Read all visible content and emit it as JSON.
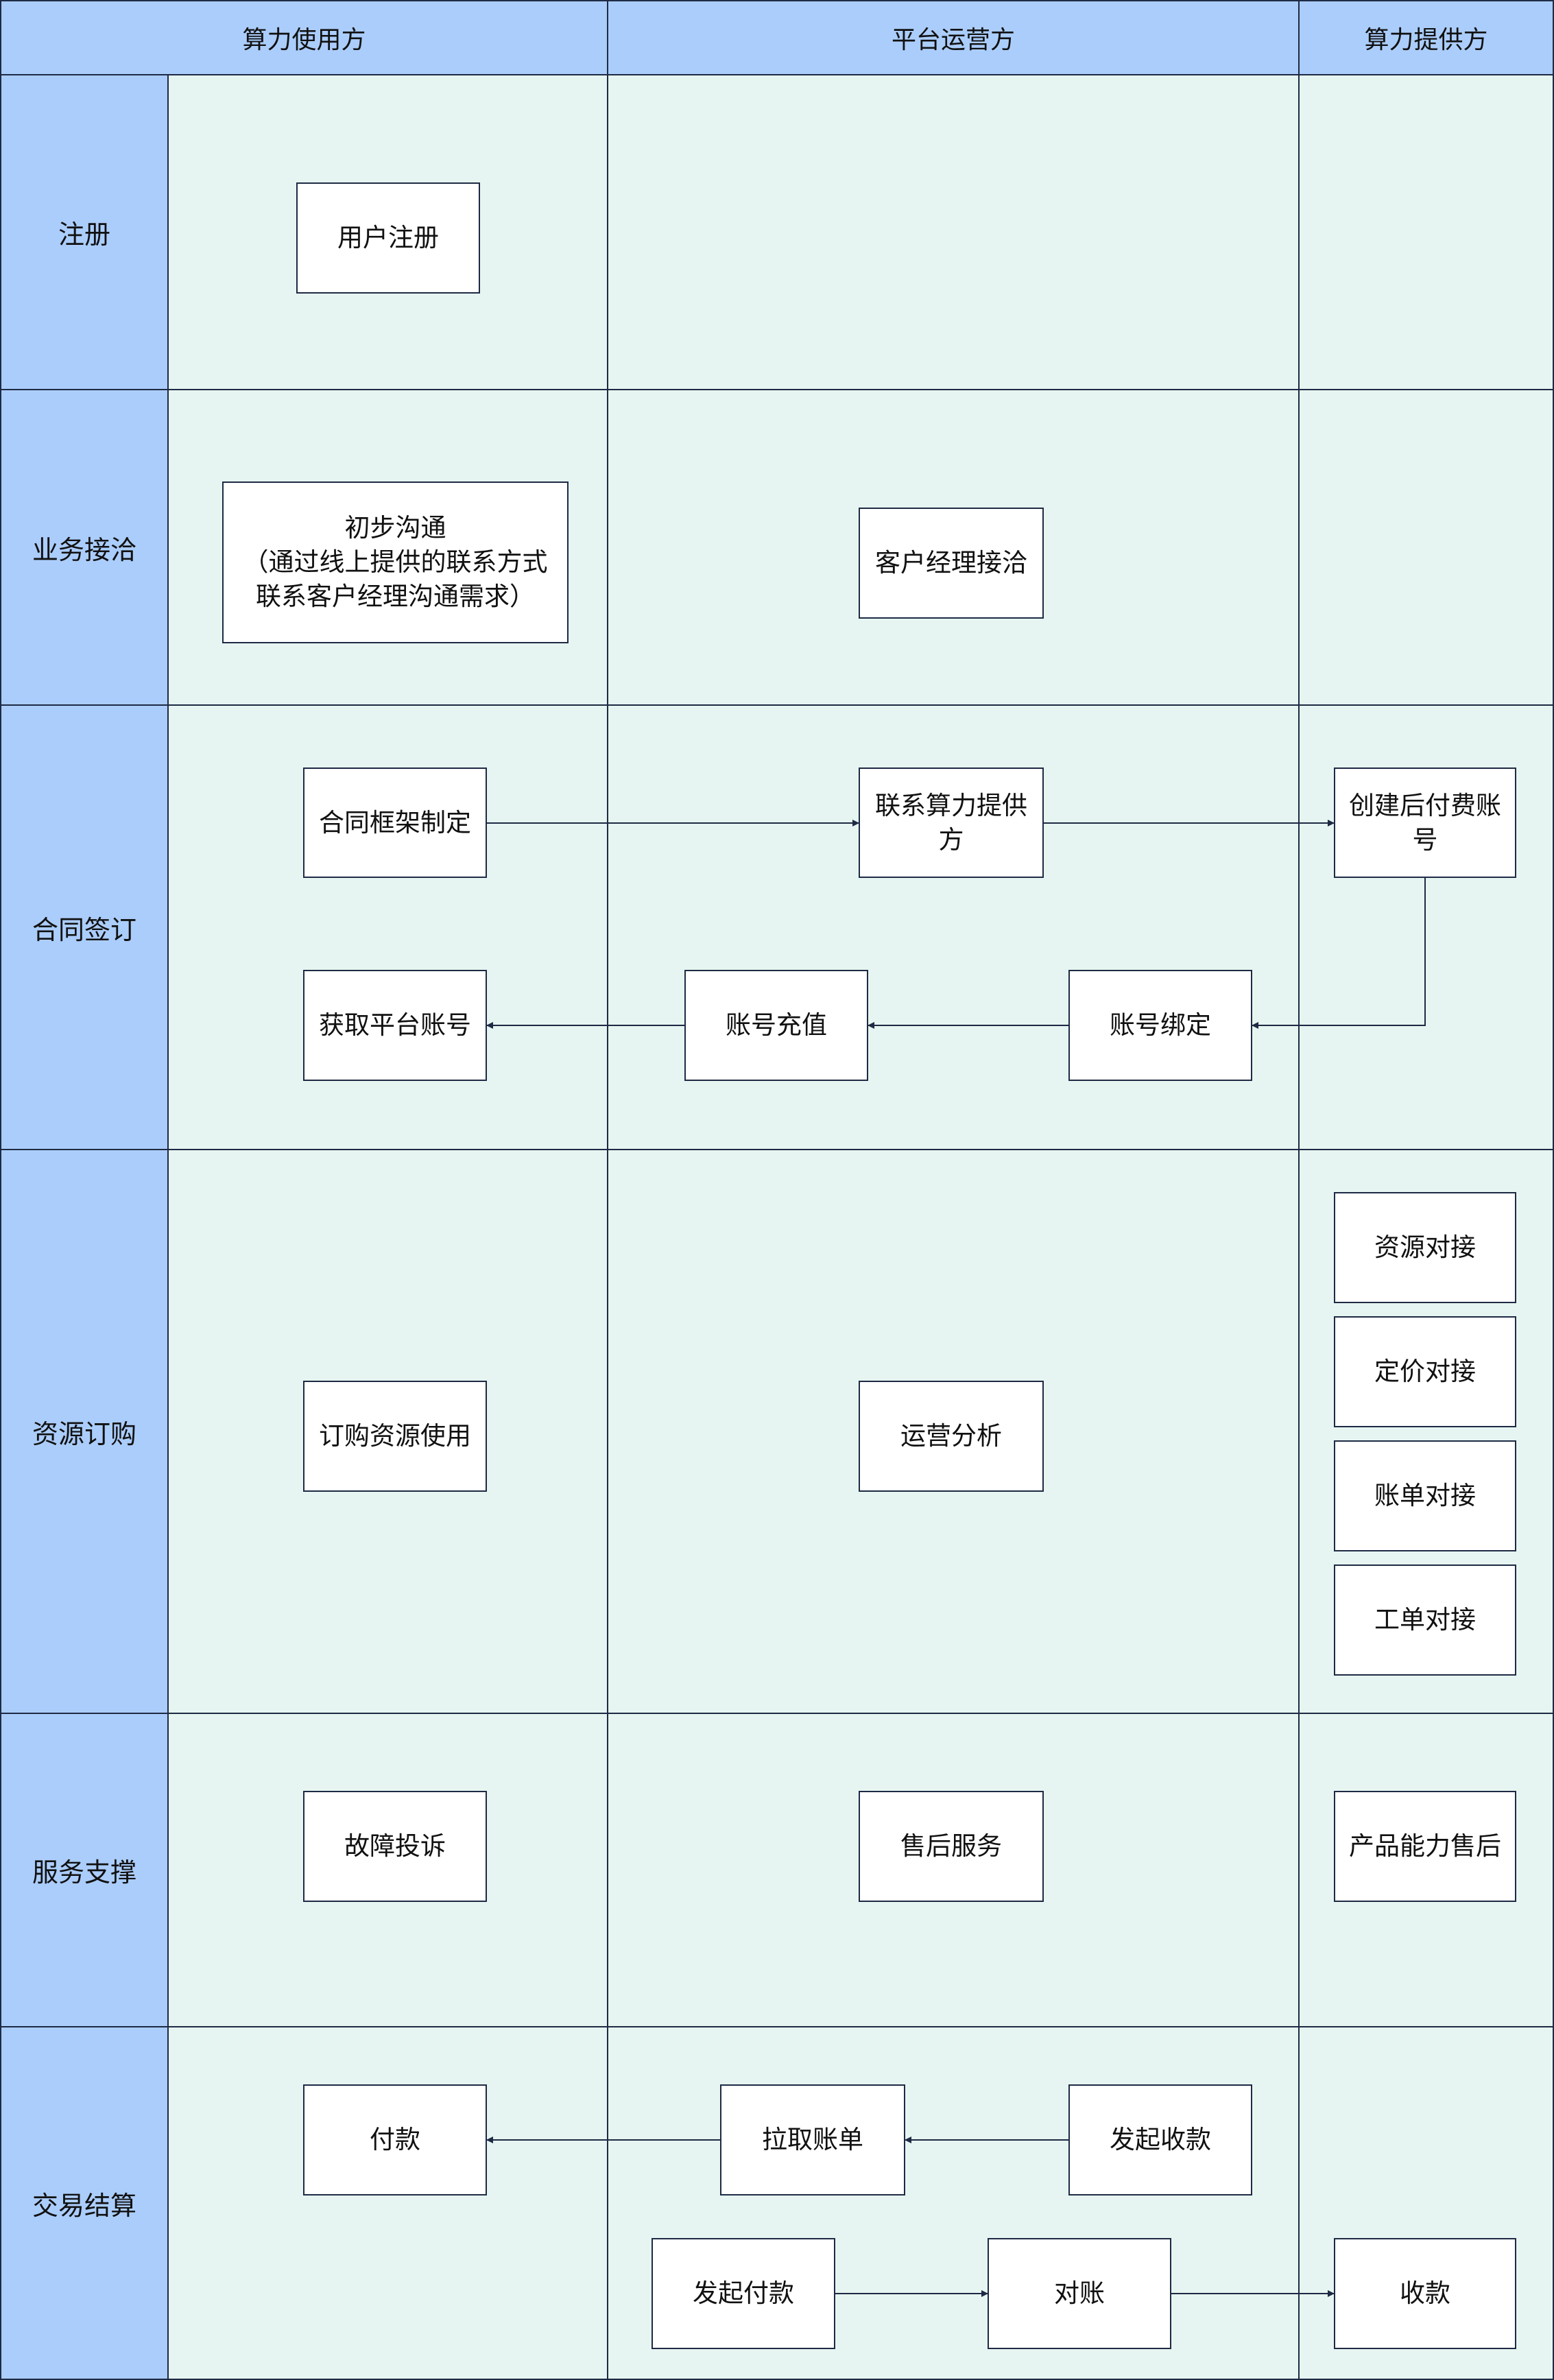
{
  "columns": [
    "算力使用方",
    "平台运营方",
    "算力提供方"
  ],
  "phases": [
    "注册",
    "业务接洽",
    "合同签订",
    "资源订购",
    "服务支撑",
    "交易结算"
  ],
  "nodes": {
    "user_register": "用户注册",
    "initial_communication": "初步沟通\n（通过线上提供的联系方式\n联系客户经理沟通需求）",
    "account_manager_contact": "客户经理接洽",
    "contract_framework": "合同框架制定",
    "contact_provider": "联系算力提供\n方",
    "create_postpaid_account": "创建后付费账\n号",
    "get_platform_account": "获取平台账号",
    "account_recharge": "账号充值",
    "account_binding": "账号绑定",
    "order_resources": "订购资源使用",
    "operations_analysis": "运营分析",
    "resource_integration": "资源对接",
    "pricing_integration": "定价对接",
    "billing_integration": "账单对接",
    "ticket_integration": "工单对接",
    "fault_complaint": "故障投诉",
    "after_sales_service": "售后服务",
    "product_after_sales": "产品能力售后",
    "payment": "付款",
    "pull_bill": "拉取账单",
    "initiate_collection": "发起收款",
    "initiate_payment": "发起付款",
    "reconciliation": "对账",
    "collection": "收款"
  },
  "colors": {
    "header_fill": "#abcdfb",
    "lane_fill": "#e6f5f1",
    "node_fill": "#ffffff",
    "stroke": "#1e2a44"
  },
  "edges": [
    {
      "from": "contract_framework",
      "to": "contact_provider"
    },
    {
      "from": "contact_provider",
      "to": "create_postpaid_account"
    },
    {
      "from": "create_postpaid_account",
      "to": "account_binding"
    },
    {
      "from": "account_binding",
      "to": "account_recharge"
    },
    {
      "from": "account_recharge",
      "to": "get_platform_account"
    },
    {
      "from": "initiate_collection",
      "to": "pull_bill"
    },
    {
      "from": "pull_bill",
      "to": "payment"
    },
    {
      "from": "initiate_payment",
      "to": "reconciliation"
    },
    {
      "from": "reconciliation",
      "to": "collection"
    }
  ]
}
